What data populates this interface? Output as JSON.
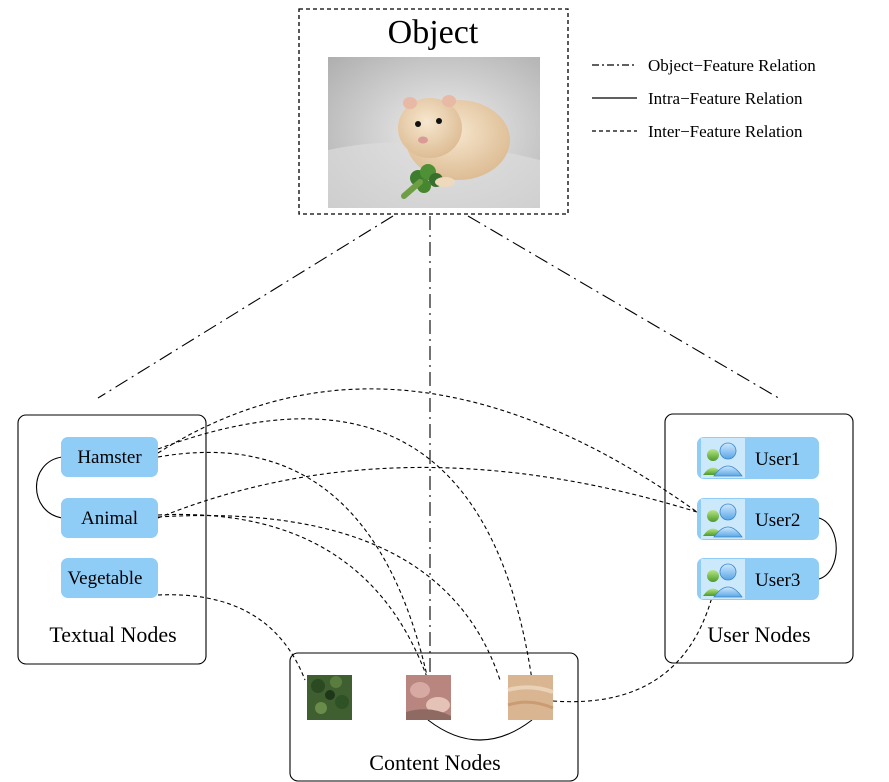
{
  "object": {
    "title": "Object",
    "image_icon": "hamster-photo"
  },
  "legend": [
    {
      "key": "object-feature",
      "label": "Object−Feature Relation",
      "line_style": "dash-dot"
    },
    {
      "key": "intra-feature",
      "label": "Intra−Feature Relation",
      "line_style": "solid"
    },
    {
      "key": "inter-feature",
      "label": "Inter−Feature Relation",
      "line_style": "dashed"
    }
  ],
  "textual_nodes": {
    "label": "Textual Nodes",
    "items": [
      "Hamster",
      "Animal",
      "Vegetable"
    ]
  },
  "user_nodes": {
    "label": "User Nodes",
    "items": [
      "User1",
      "User2",
      "User3"
    ],
    "icon": "user-avatar-icon"
  },
  "content_nodes": {
    "label": "Content Nodes",
    "items": [
      {
        "icon": "broccoli-patch-icon",
        "color": "#3f5f30"
      },
      {
        "icon": "hamster-face-patch-icon",
        "color": "#b9867f"
      },
      {
        "icon": "hamster-fur-patch-icon",
        "color": "#d9b592"
      }
    ]
  }
}
